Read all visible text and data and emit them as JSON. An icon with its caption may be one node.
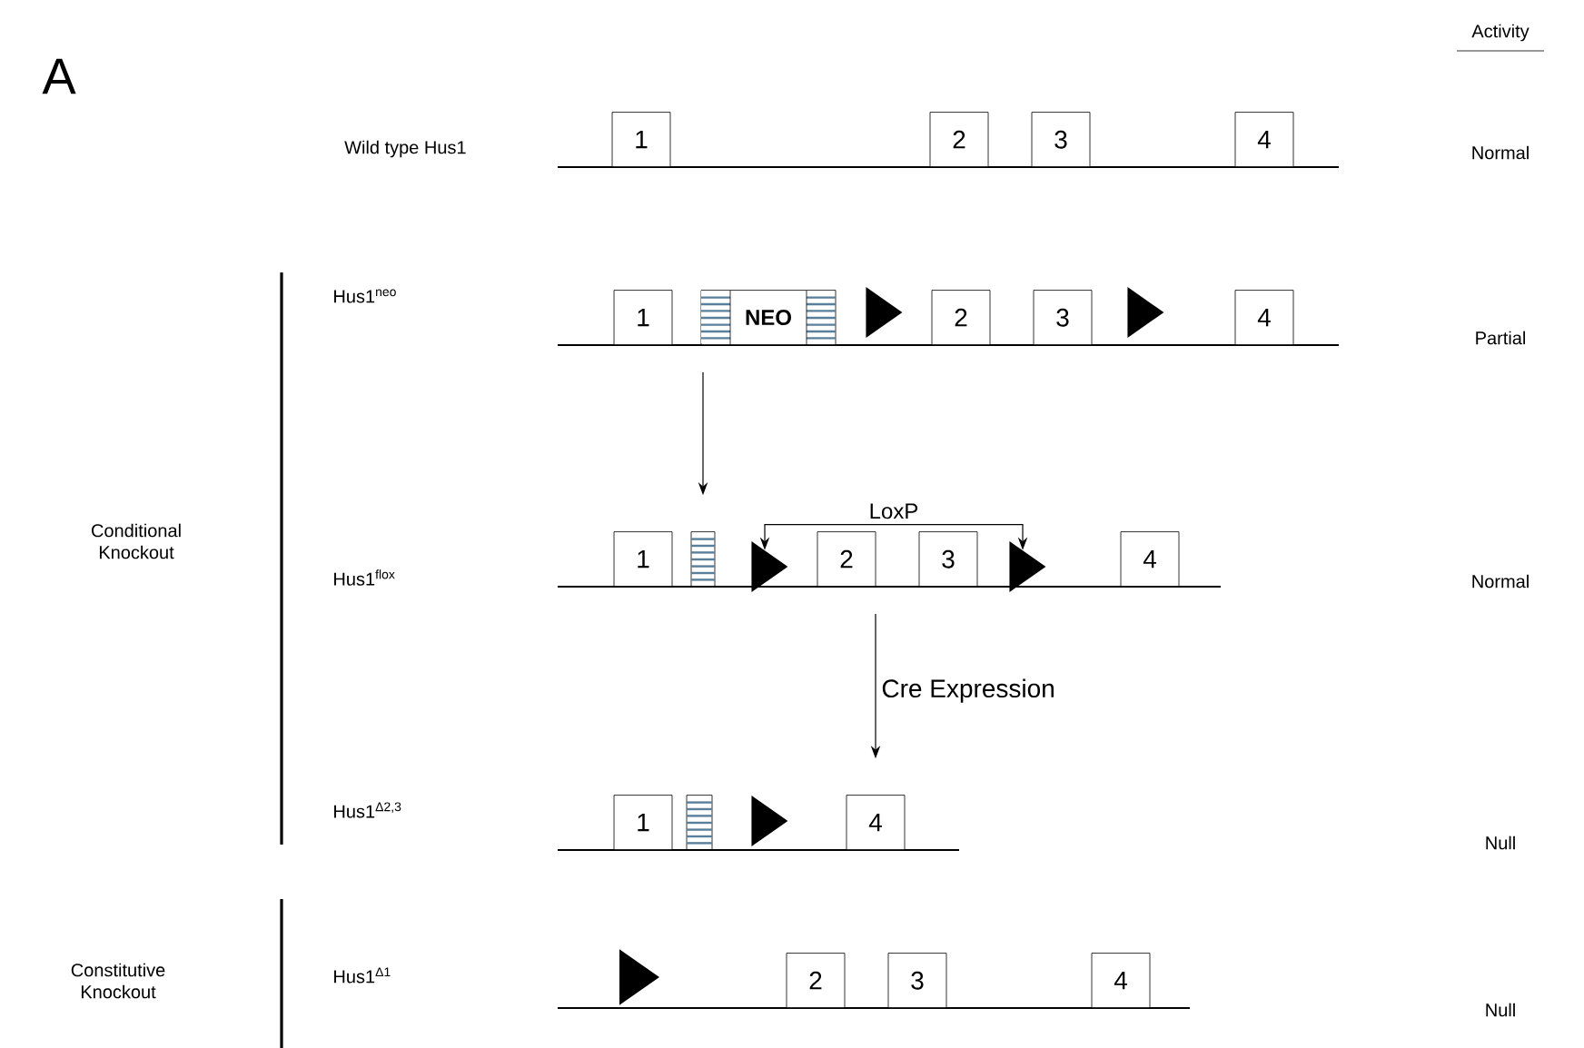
{
  "diagram": {
    "nodes": [
      {
        "text": [
          "1"
        ]
      },
      {
        "text": [
          "2"
        ]
      },
      {
        "text": [
          "3"
        ]
      },
      {
        "text": [
          "4"
        ]
      },
      {
        "text": [
          "1"
        ]
      },
      {
        "text": [
          "NEO"
        ]
      },
      {
        "text": [],
        "shape": "triangle"
      },
      {
        "text": [
          "2"
        ]
      },
      {
        "text": [
          "3"
        ]
      },
      {
        "text": [],
        "shape": "triangle"
      },
      {
        "text": [
          "4"
        ]
      },
      {
        "text": [
          "1"
        ]
      },
      {
        "text": [],
        "shape": "box"
      },
      {
        "text": [],
        "shape": "triangle"
      },
      {
        "text": [
          "2"
        ]
      },
      {
        "text": [
          "3"
        ]
      },
      {
        "text": [],
        "shape": "triangle"
      },
      {
        "text": [
          "4"
        ]
      },
      {
        "text": [
          "1"
        ]
      },
      {
        "text": [],
        "shape": "box"
      },
      {
        "text": [],
        "shape": "triangle"
      },
      {
        "text": [
          "4"
        ]
      },
      {
        "text": [],
        "shape": "triangle"
      },
      {
        "text": [
          "2"
        ]
      },
      {
        "text": [
          "3"
        ]
      },
      {
        "text": [
          "4"
        ]
      }
    ],
    "edges": [
      {
        "from": 5,
        "to": 12,
        "arrow": "to"
      },
      {
        "from": 13,
        "to": 16,
        "arrow": "both",
        "label": "LoxP"
      },
      {
        "from": 14,
        "to": 21,
        "arrow": "to",
        "label": "Cre Expression"
      }
    ],
    "labels": [
      "A",
      "Activity",
      "Wild type Hus1",
      "Normal",
      "Hus1$^{neo}$",
      "Partial",
      "Conditional Knockout",
      "Hus1$^{flox}$",
      "Normal",
      "Hus1$^{Δ2,3}$",
      "Null",
      "Constitutive Knockout",
      "Hus1$^{Δ1}$",
      "Null"
    ]
  }
}
